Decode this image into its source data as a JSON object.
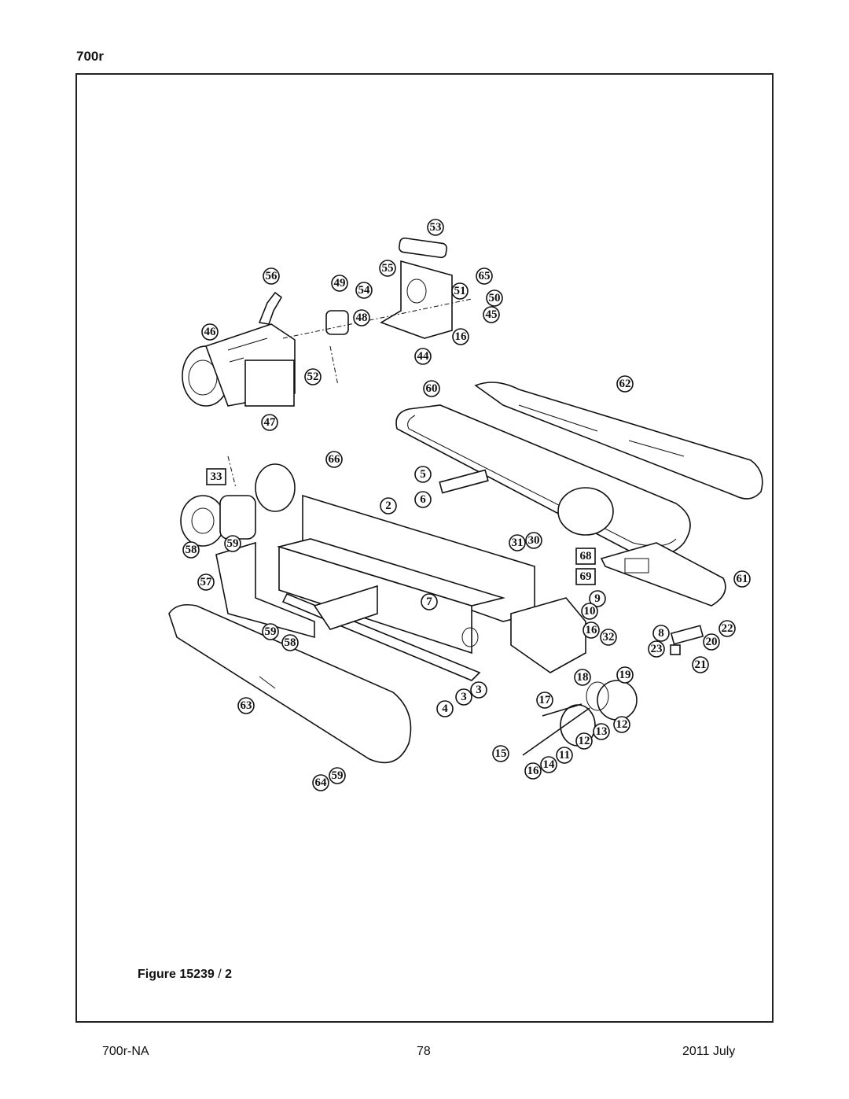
{
  "header": {
    "model": "700r"
  },
  "figure": {
    "label": "Figure 15239",
    "sep": " / ",
    "number": "2"
  },
  "footer": {
    "left": "700r-NA",
    "page": "78",
    "date": "2011 July"
  },
  "diagram": {
    "callouts": [
      "53",
      "55",
      "65",
      "56",
      "49",
      "54",
      "51",
      "50",
      "48",
      "45",
      "46",
      "16",
      "44",
      "52",
      "60",
      "62",
      "47",
      "66",
      "33",
      "5",
      "6",
      "2",
      "58",
      "59",
      "31",
      "30",
      "68",
      "69",
      "61",
      "57",
      "7",
      "9",
      "10",
      "16",
      "32",
      "59",
      "58",
      "8",
      "22",
      "23",
      "20",
      "21",
      "18",
      "19",
      "63",
      "3",
      "3",
      "4",
      "17",
      "13",
      "12",
      "12",
      "15",
      "11",
      "16",
      "14",
      "64",
      "59"
    ],
    "boxed_callouts": [
      "33",
      "68",
      "69"
    ]
  }
}
